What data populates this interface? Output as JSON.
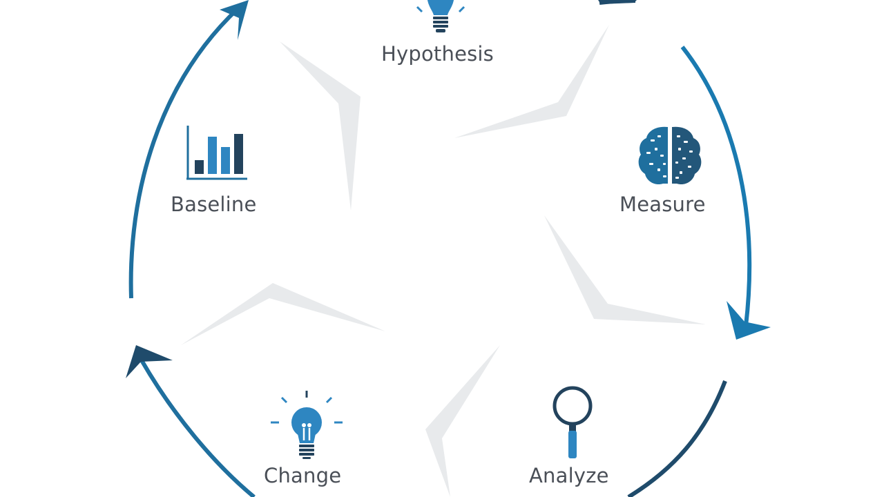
{
  "steps": {
    "hypothesis": {
      "label": "Hypothesis",
      "icon": "lightbulb-icon"
    },
    "measure": {
      "label": "Measure",
      "icon": "brain-icon"
    },
    "analyze": {
      "label": "Analyze",
      "icon": "magnifying-glass-icon"
    },
    "change": {
      "label": "Change",
      "icon": "lightbulb-icon"
    },
    "baseline": {
      "label": "Baseline",
      "icon": "bar-chart-icon"
    }
  },
  "colors": {
    "primary_blue": "#1f6f9e",
    "dark_navy": "#1f4b6b",
    "icon_navy": "#23435d",
    "icon_blue": "#2e86c1",
    "pinwheel_gray": "#e8eaec",
    "text": "#4a4f57"
  }
}
